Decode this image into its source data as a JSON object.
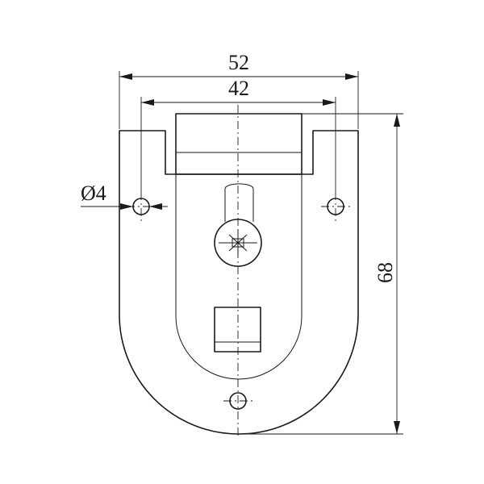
{
  "dimensions": {
    "overall_width": "52",
    "hole_spacing": "42",
    "overall_height": "68",
    "hole_diameter": "Ø4"
  },
  "colors": {
    "line": "#1a1a1a",
    "background": "#ffffff"
  }
}
